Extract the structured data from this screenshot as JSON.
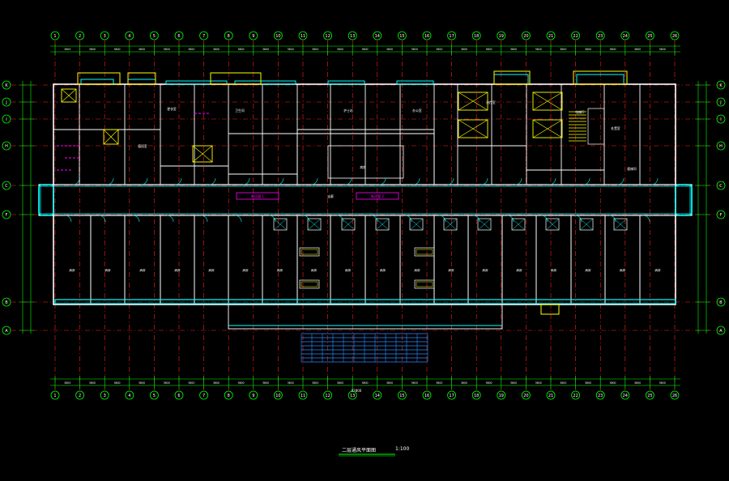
{
  "colors": {
    "background": "#000000",
    "axis": "#ff2020",
    "wall": "#ffffff",
    "dim": "#00ff00",
    "window": "#00ffff",
    "accent": "#ffff00",
    "tag": "#ff00ff"
  },
  "grid": {
    "vertical": [
      "1",
      "2",
      "3",
      "4",
      "5",
      "6",
      "7",
      "8",
      "9",
      "10",
      "11",
      "12",
      "13",
      "14",
      "15",
      "16",
      "17",
      "18",
      "19",
      "20",
      "21",
      "22",
      "23",
      "24",
      "25",
      "26"
    ],
    "horizontal": [
      "K",
      "J",
      "I",
      "H",
      "C",
      "F",
      "B",
      "A"
    ]
  },
  "plan": {
    "title": "二层通风平面图",
    "scale": "1:100"
  },
  "room_labels": [
    {
      "id": "r1",
      "text": "更衣室"
    },
    {
      "id": "r2",
      "text": "卫生间"
    },
    {
      "id": "r3",
      "text": "值班室"
    },
    {
      "id": "r4",
      "text": "护士站"
    },
    {
      "id": "r5",
      "text": "办公室"
    },
    {
      "id": "r6",
      "text": "治疗室"
    },
    {
      "id": "r7",
      "text": "处置室"
    },
    {
      "id": "r8",
      "text": "病房"
    },
    {
      "id": "r9",
      "text": "走廊"
    },
    {
      "id": "r10",
      "text": "电梯厅"
    },
    {
      "id": "r11",
      "text": "楼梯间"
    },
    {
      "id": "r12",
      "text": "空调机房"
    }
  ],
  "tags": [
    {
      "id": "t1",
      "text": "新风管 1"
    },
    {
      "id": "t2",
      "text": "新风管 2"
    }
  ],
  "dims": {
    "total": "82800",
    "segment": "3600"
  }
}
